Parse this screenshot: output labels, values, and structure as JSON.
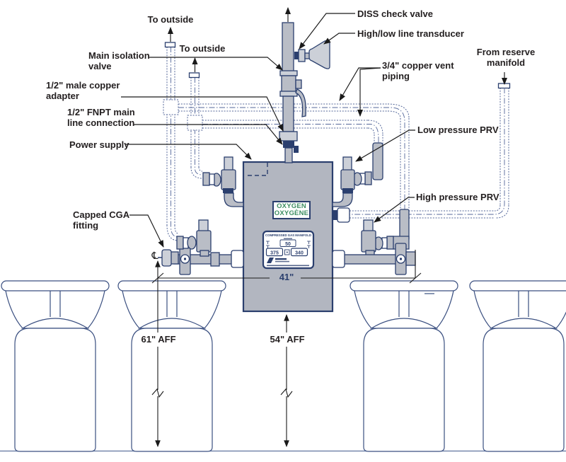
{
  "labels": {
    "to_outside_top": "To outside",
    "to_outside_second": "To outside",
    "main_isolation_valve": [
      "Main isolation",
      "valve"
    ],
    "male_copper_adapter": [
      "1/2\" male copper",
      "adapter"
    ],
    "fnpt_main_line": [
      "1/2\" FNPT main",
      "line connection"
    ],
    "power_supply": "Power supply",
    "capped_cga_fitting": [
      "Capped CGA",
      "fitting"
    ],
    "diss_check_valve": "DISS check valve",
    "high_low_line_transducer": "High/low line transducer",
    "copper_vent_piping": [
      "3/4\" copper vent",
      "piping"
    ],
    "from_reserve_manifold": [
      "From reserve",
      "manifold"
    ],
    "low_pressure_prv": "Low pressure PRV",
    "high_pressure_prv": "High pressure PRV"
  },
  "cabinet": {
    "gas_label": [
      "OXYGEN",
      "OXYGÈNE"
    ],
    "panel": {
      "title": "COMPRESSED GAS MANIFOLD",
      "display_value": "50",
      "readout_left": "375",
      "readout_right": "340"
    }
  },
  "dimensions": {
    "manifold_width": "41\"",
    "cga_centerline_height": "61\" AFF",
    "manifold_bottom_height": "54\" AFF",
    "centerline_symbol": "℄"
  },
  "colors": {
    "outline_navy": "#2b3f6e",
    "pipe_gray": "#b9bdc6",
    "cabinet_gray": "#b2b6c0",
    "vent_line_blue": "#54679a",
    "oxygen_green": "#3f8f63",
    "leader_black": "#1a1a1a"
  }
}
